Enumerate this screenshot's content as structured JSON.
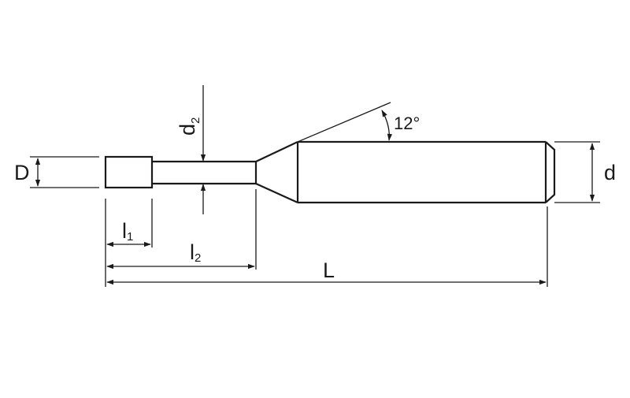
{
  "labels": {
    "D": "D",
    "d2_main": "d",
    "d2_sub": "2",
    "l1_main": "l",
    "l1_sub": "1",
    "l2_main": "l",
    "l2_sub": "2",
    "L": "L",
    "d": "d",
    "angle": "12°"
  },
  "colors": {
    "line": "#1a1a1a",
    "background": "#ffffff"
  }
}
